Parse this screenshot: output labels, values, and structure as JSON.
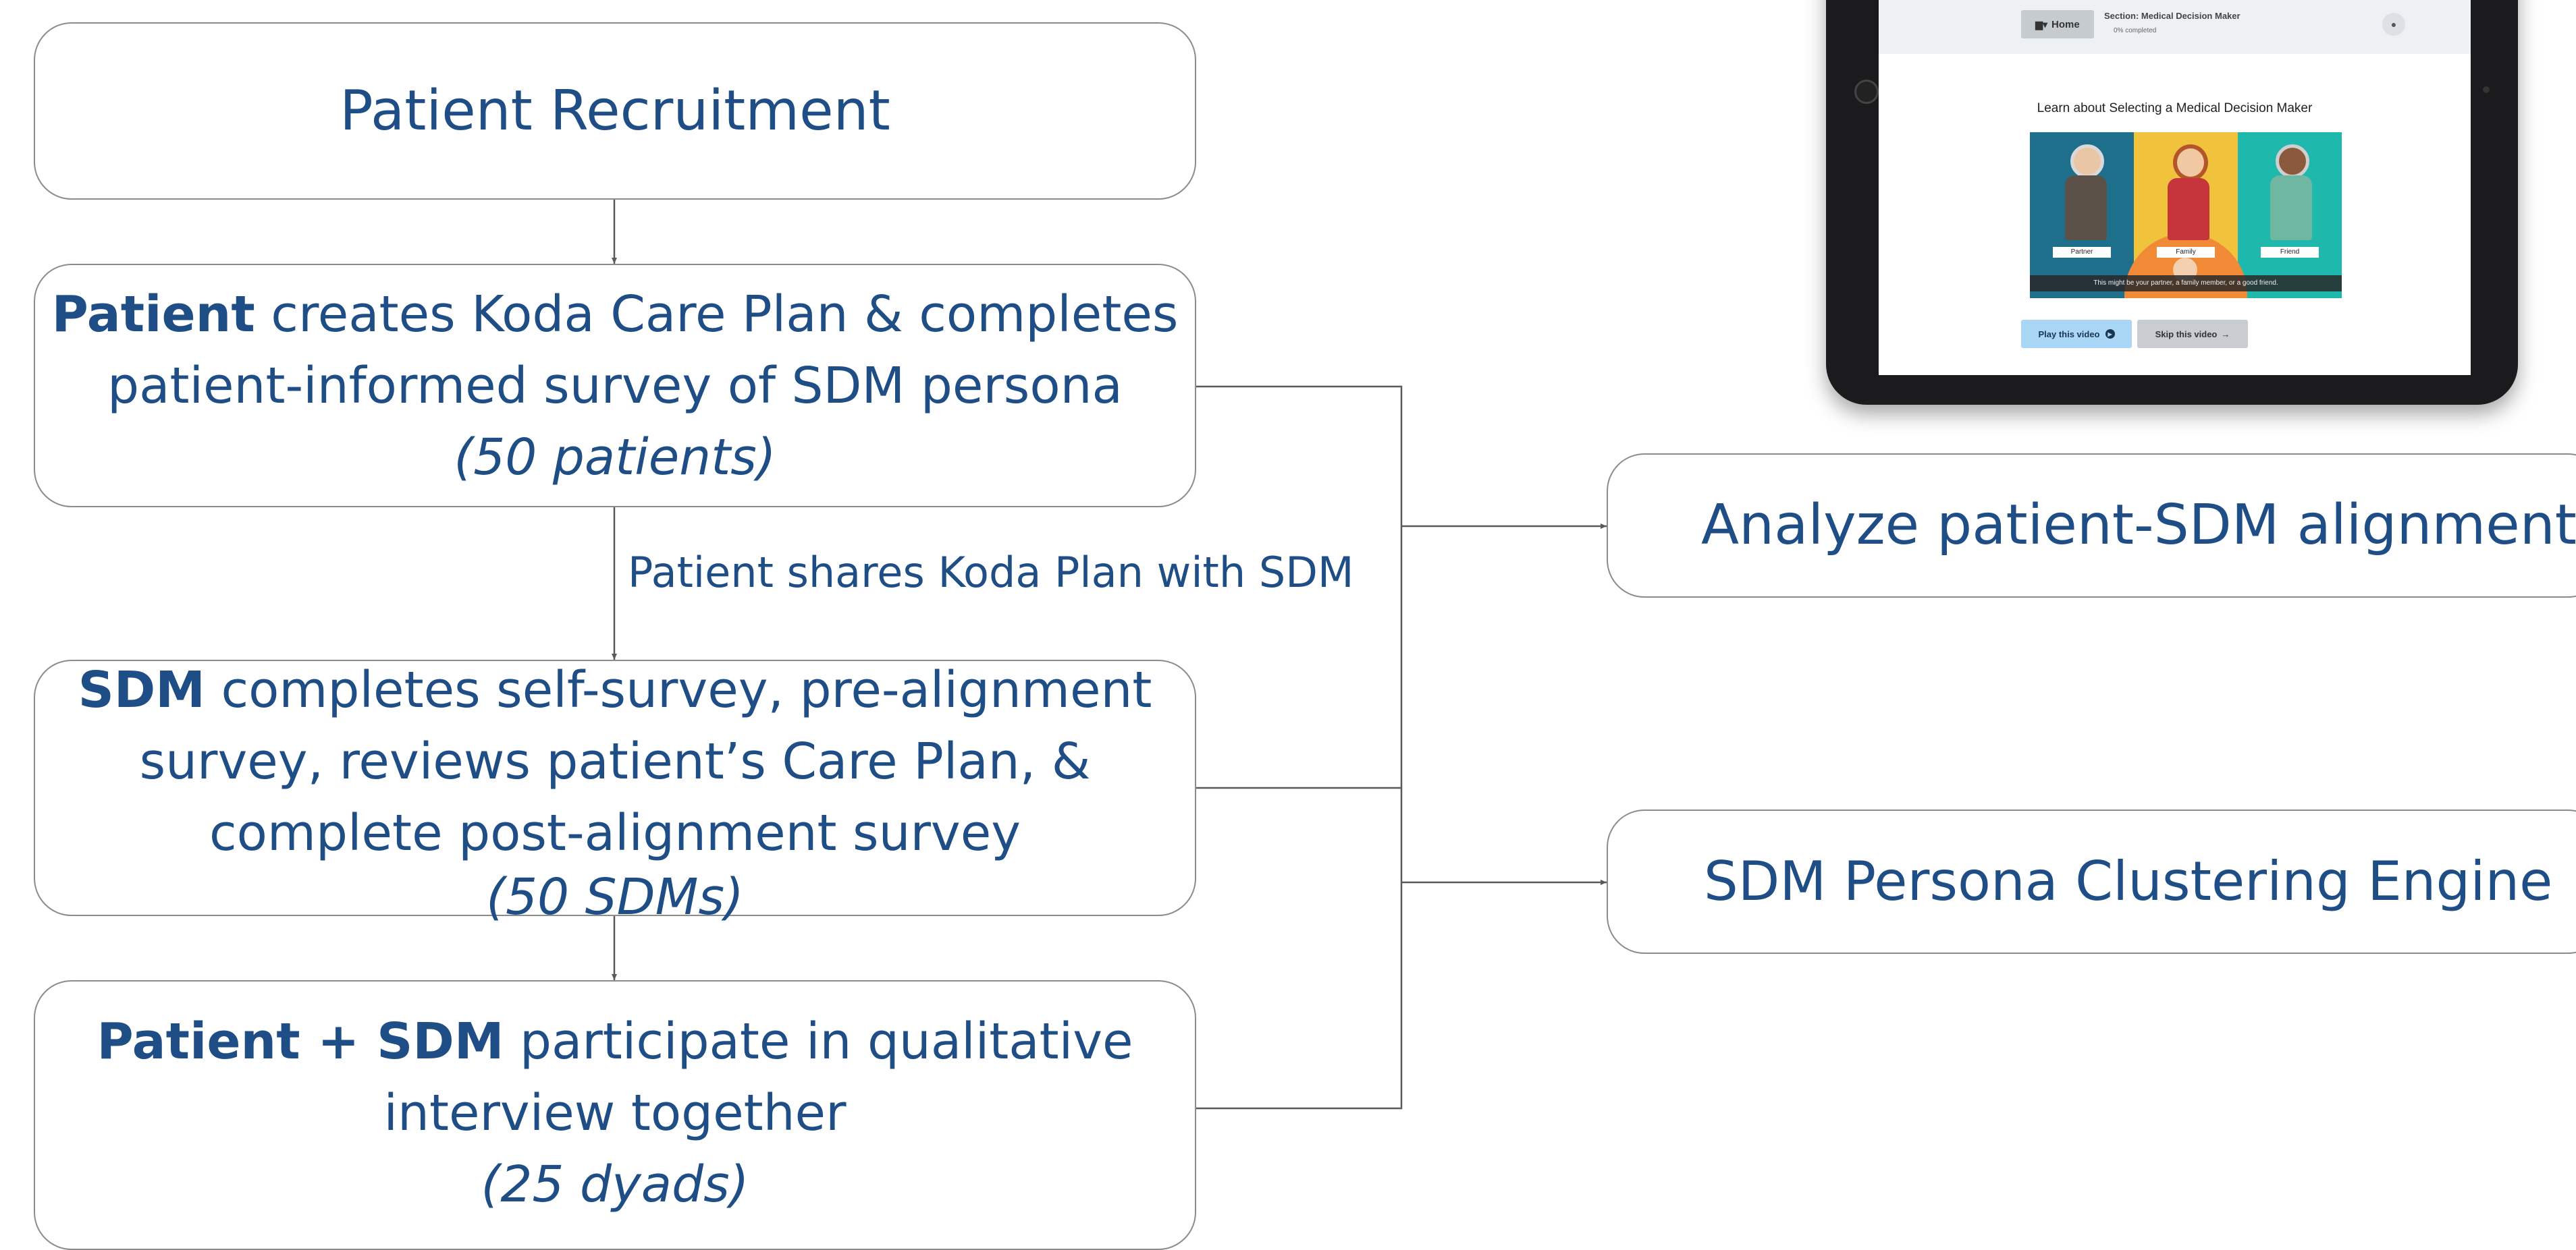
{
  "diagram": {
    "recruitment": {
      "text": "Patient Recruitment"
    },
    "patient": {
      "bold": "Patient",
      "line1_rest": " creates Koda Care Plan &  completes",
      "line2": "patient-informed survey of SDM persona",
      "count": "(50 patients)"
    },
    "share_label": "Patient shares Koda Plan with SDM",
    "sdm": {
      "bold": "SDM",
      "line1_rest": " completes self-survey, pre-alignment",
      "line2": "survey, reviews patient’s Care Plan, &",
      "line3": "complete post-alignment survey",
      "count": "(50 SDMs)"
    },
    "interview": {
      "bold": "Patient + SDM",
      "line1_rest": " participate in qualitative",
      "line2": "interview together",
      "count": "(25 dyads)"
    },
    "analyze": {
      "text": "Analyze patient-SDM alignment"
    },
    "clustering": {
      "text": "SDM Persona Clustering Engine"
    },
    "colors": {
      "text": "#1f4e87",
      "border": "#8c8c8c",
      "connector": "#5a5a5a"
    }
  },
  "tablet": {
    "home_label": "Home",
    "home_icon": "home-icon",
    "section_title": "Section: Medical Decision Maker",
    "section_progress": "0% completed",
    "user_icon": "user-icon",
    "learn_title": "Learn about Selecting a Medical Decision Maker",
    "video": {
      "labels": [
        "Partner",
        "Family",
        "Friend"
      ],
      "caption": "This might be your partner, a family member, or a good friend.",
      "panel_colors": [
        "#1d6f8c",
        "#f1c33c",
        "#1fb8ad"
      ]
    },
    "play_label": "Play this video",
    "play_icon": "▶",
    "skip_label": "Skip this video",
    "skip_icon": "→"
  }
}
